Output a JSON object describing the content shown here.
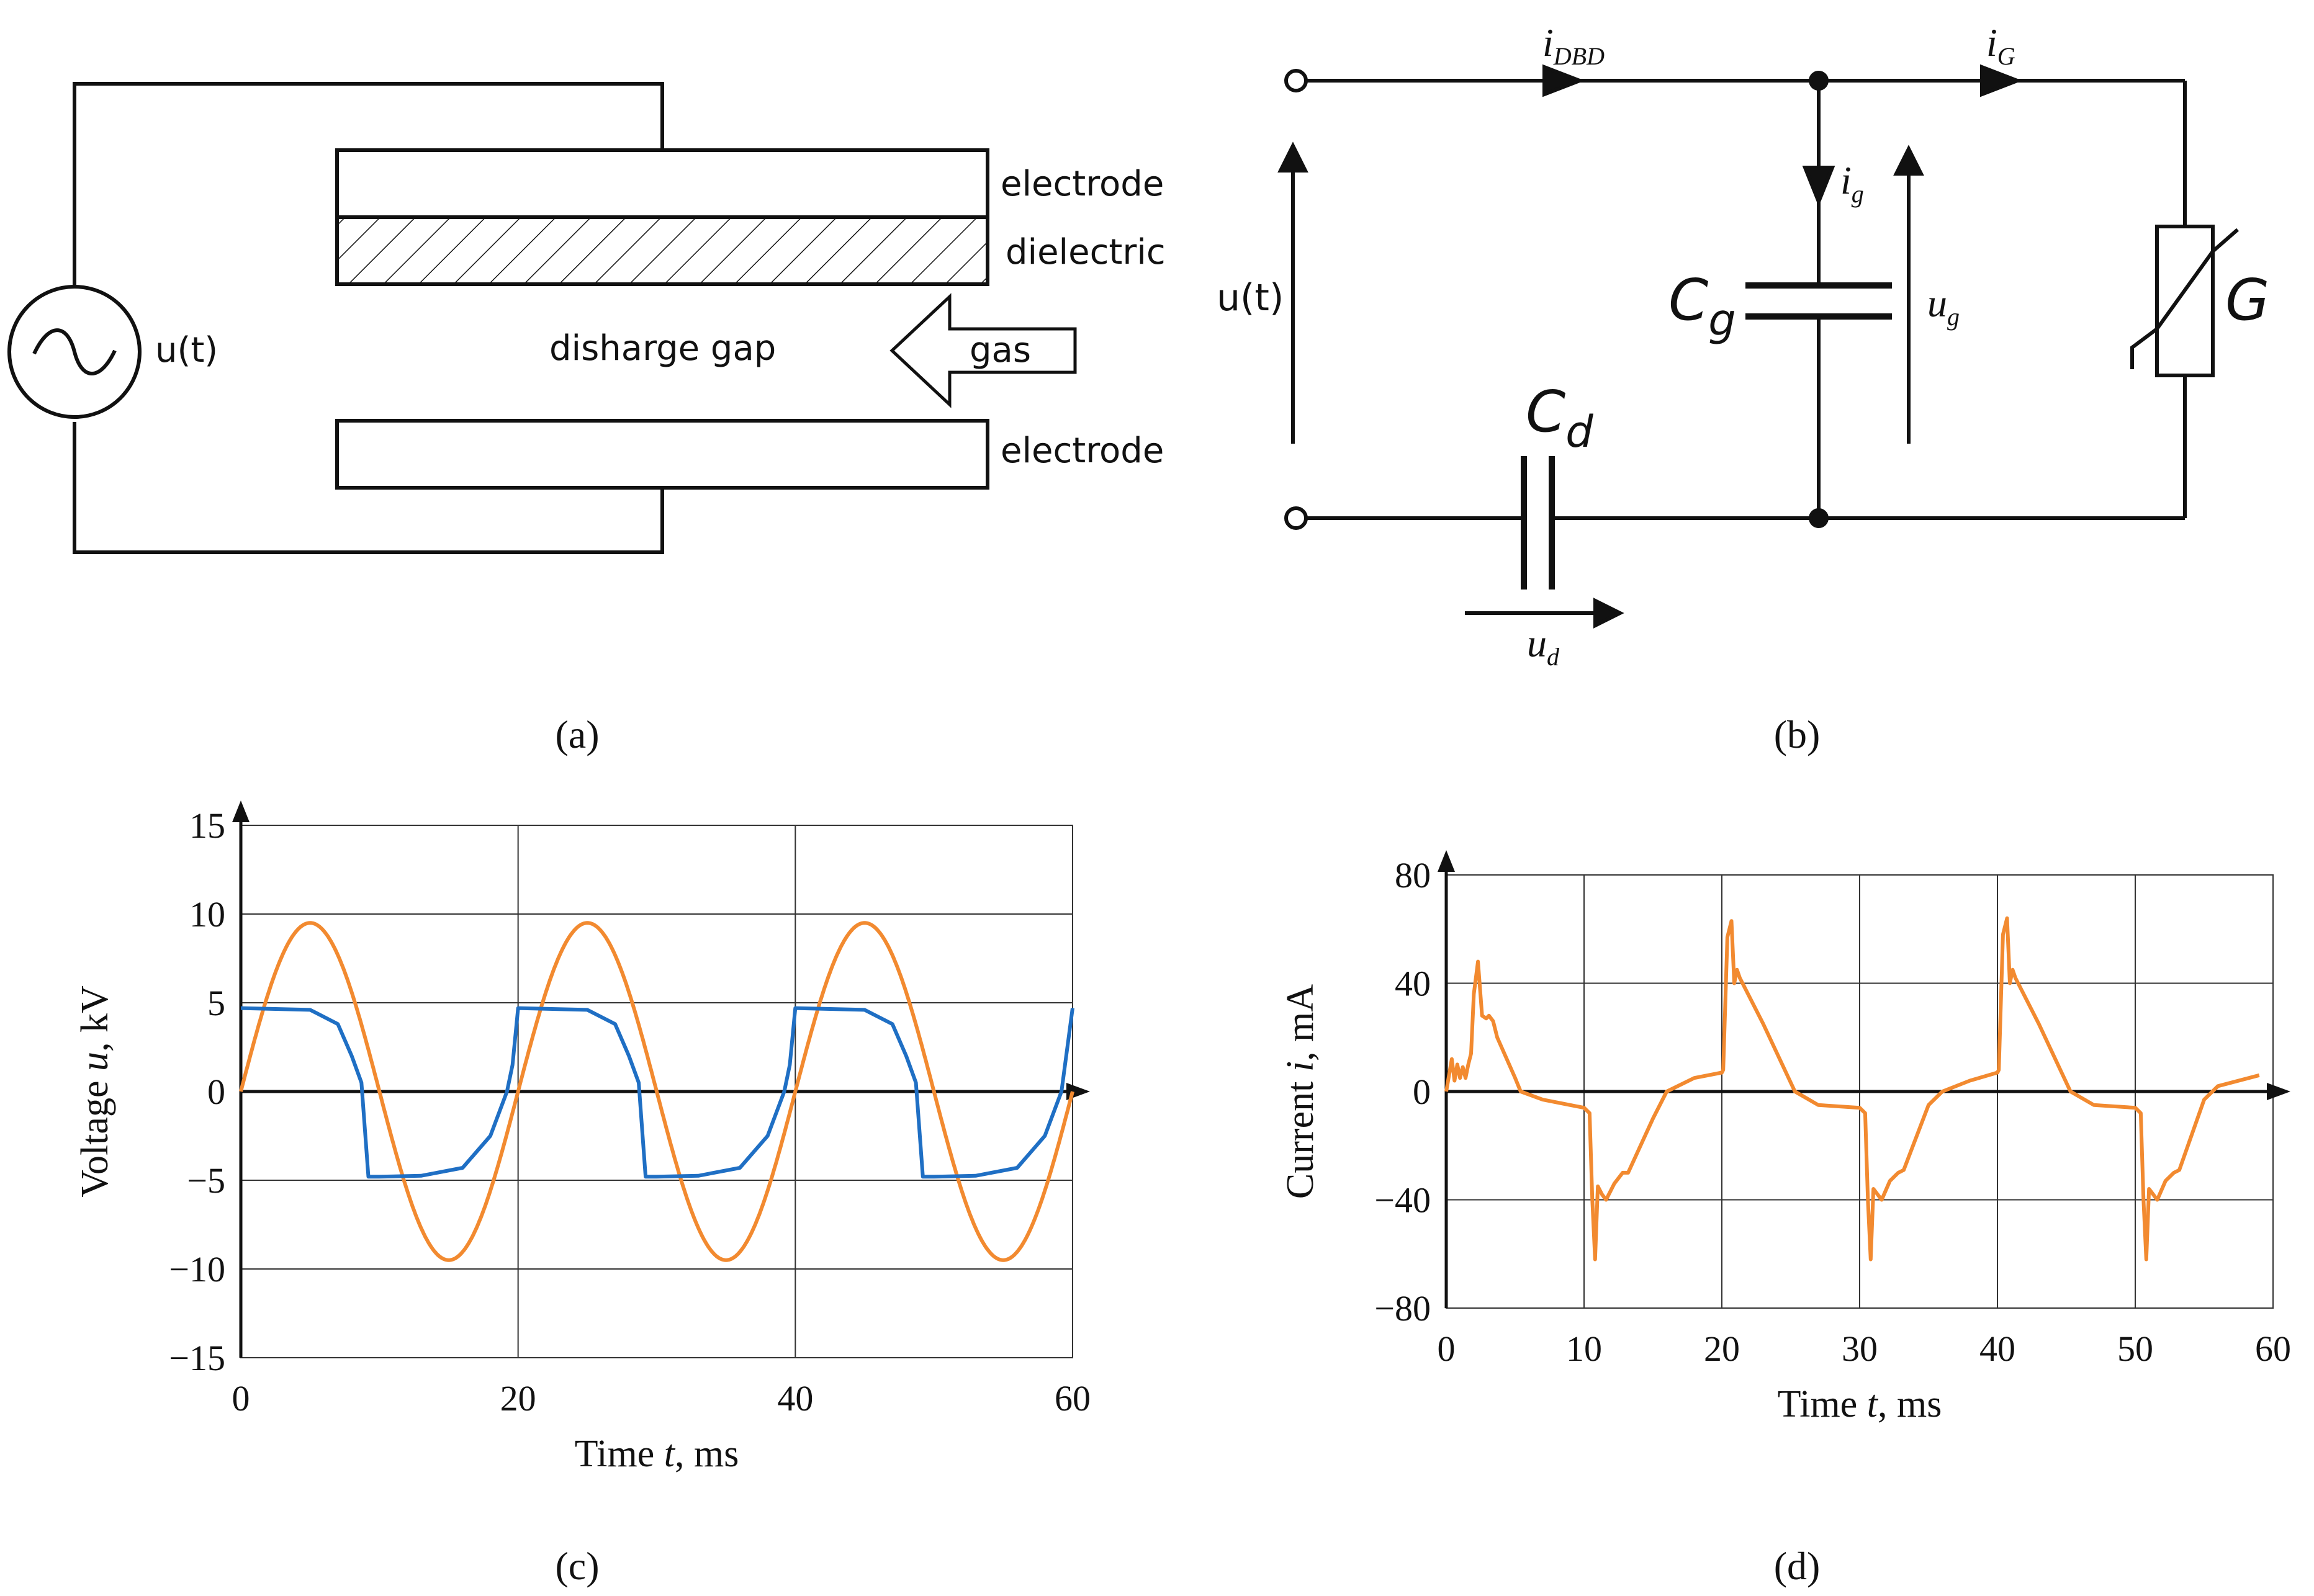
{
  "panel_a": {
    "label": "(a)",
    "source_label": "u(t)",
    "electrode_top": "electrode",
    "dielectric": "dielectric",
    "gap": "disharge gap",
    "gas": "gas",
    "electrode_bottom": "electrode"
  },
  "panel_b": {
    "label": "(b)",
    "i_dbd_main": "i",
    "i_dbd_sub": "DBD",
    "i_G_main": "i",
    "i_G_sub": "G",
    "i_g_main": "i",
    "i_g_sub": "g",
    "u_t": "u(t)",
    "Cg_main": "C",
    "Cg_sub": "g",
    "ug_main": "u",
    "ug_sub": "g",
    "G": "G",
    "Cd_main": "C",
    "Cd_sub": "d",
    "ud_main": "u",
    "ud_sub": "d"
  },
  "panel_c": {
    "label": "(c)"
  },
  "panel_d": {
    "label": "(d)"
  },
  "colors": {
    "orange": "#f28a30",
    "blue": "#1f6fc4",
    "line": "#111111"
  },
  "chart_data": [
    {
      "type": "line",
      "panel": "(c)",
      "xlabel": "Time t, ms",
      "ylabel": "Voltage u, kV",
      "xlim": [
        0,
        60
      ],
      "ylim": [
        -15,
        15
      ],
      "xticks": [
        0,
        20,
        40,
        60
      ],
      "yticks": [
        15,
        10,
        5,
        0,
        -5,
        -10,
        -15
      ],
      "grid": true,
      "series": [
        {
          "color": "#f28a30",
          "shape": "sine",
          "amplitude": 9.5,
          "period": 20,
          "x": [
            0,
            5,
            10,
            15,
            20,
            25,
            30,
            35,
            40,
            45,
            50,
            55,
            60
          ],
          "y": [
            0,
            9.5,
            0,
            -9.5,
            0,
            9.5,
            0,
            -9.5,
            0,
            9.5,
            0,
            -9.5,
            0
          ]
        },
        {
          "color": "#1f6fc4",
          "shape": "square-like",
          "high": 4.7,
          "low": -4.8,
          "x": [
            0,
            5,
            7,
            8,
            8.7,
            9.2,
            10,
            13,
            16,
            18,
            19.2,
            19.6,
            20,
            25,
            27,
            28,
            28.7,
            29.2,
            30,
            33,
            36,
            38,
            39.2,
            39.6,
            40,
            45,
            47,
            48,
            48.7,
            49.2,
            50,
            53,
            56,
            58,
            59.2,
            60
          ],
          "y": [
            4.7,
            4.6,
            3.8,
            2.0,
            0.5,
            -4.8,
            -4.8,
            -4.75,
            -4.3,
            -2.5,
            0.0,
            1.5,
            4.7,
            4.6,
            3.8,
            2.0,
            0.5,
            -4.8,
            -4.8,
            -4.75,
            -4.3,
            -2.5,
            0.0,
            1.5,
            4.7,
            4.6,
            3.8,
            2.0,
            0.5,
            -4.8,
            -4.8,
            -4.75,
            -4.3,
            -2.5,
            0.0,
            4.7
          ]
        }
      ]
    },
    {
      "type": "line",
      "panel": "(d)",
      "xlabel": "Time t, ms",
      "ylabel": "Current i, mA",
      "xlim": [
        0,
        60
      ],
      "ylim": [
        -80,
        80
      ],
      "xticks": [
        0,
        10,
        20,
        30,
        40,
        50,
        60
      ],
      "yticks": [
        80,
        40,
        0,
        -40,
        -80
      ],
      "grid": true,
      "series": [
        {
          "color": "#f28a30",
          "x": [
            0,
            0.4,
            0.6,
            0.8,
            1.0,
            1.2,
            1.4,
            1.6,
            1.8,
            2.0,
            2.3,
            2.6,
            2.9,
            3.1,
            3.4,
            3.7,
            5.0,
            5.4,
            7,
            10,
            10.4,
            10.6,
            10.8,
            11.0,
            11.3,
            11.6,
            12.2,
            12.8,
            13.2,
            15,
            16,
            18,
            20,
            20.1,
            20.4,
            20.7,
            20.9,
            21.1,
            21.3,
            23,
            25.3,
            27,
            30,
            30.4,
            30.6,
            30.8,
            31.0,
            31.3,
            31.6,
            32.2,
            32.8,
            33.2,
            35,
            36,
            38,
            40,
            40.1,
            40.4,
            40.7,
            40.9,
            41.1,
            41.3,
            43,
            45.3,
            47,
            50,
            50.4,
            50.6,
            50.8,
            51.0,
            51.3,
            51.6,
            52.2,
            52.8,
            53.2,
            55,
            56,
            59
          ],
          "y": [
            0,
            12,
            4,
            10,
            5,
            9,
            5,
            10,
            14,
            36,
            48,
            28,
            27,
            28,
            26,
            20,
            5,
            0,
            -3,
            -6,
            -8,
            -40,
            -62,
            -35,
            -38,
            -40,
            -34,
            -30,
            -30,
            -10,
            0,
            5,
            7,
            8,
            57,
            63,
            40,
            45,
            42,
            25,
            0,
            -5,
            -6,
            -8,
            -40,
            -62,
            -36,
            -38,
            -40,
            -33,
            -30,
            -29,
            -5,
            0,
            4,
            7,
            8,
            58,
            64,
            40,
            45,
            42,
            25,
            0,
            -5,
            -6,
            -8,
            -40,
            -62,
            -36,
            -38,
            -40,
            -33,
            -30,
            -29,
            -3,
            2,
            6
          ]
        }
      ]
    }
  ]
}
